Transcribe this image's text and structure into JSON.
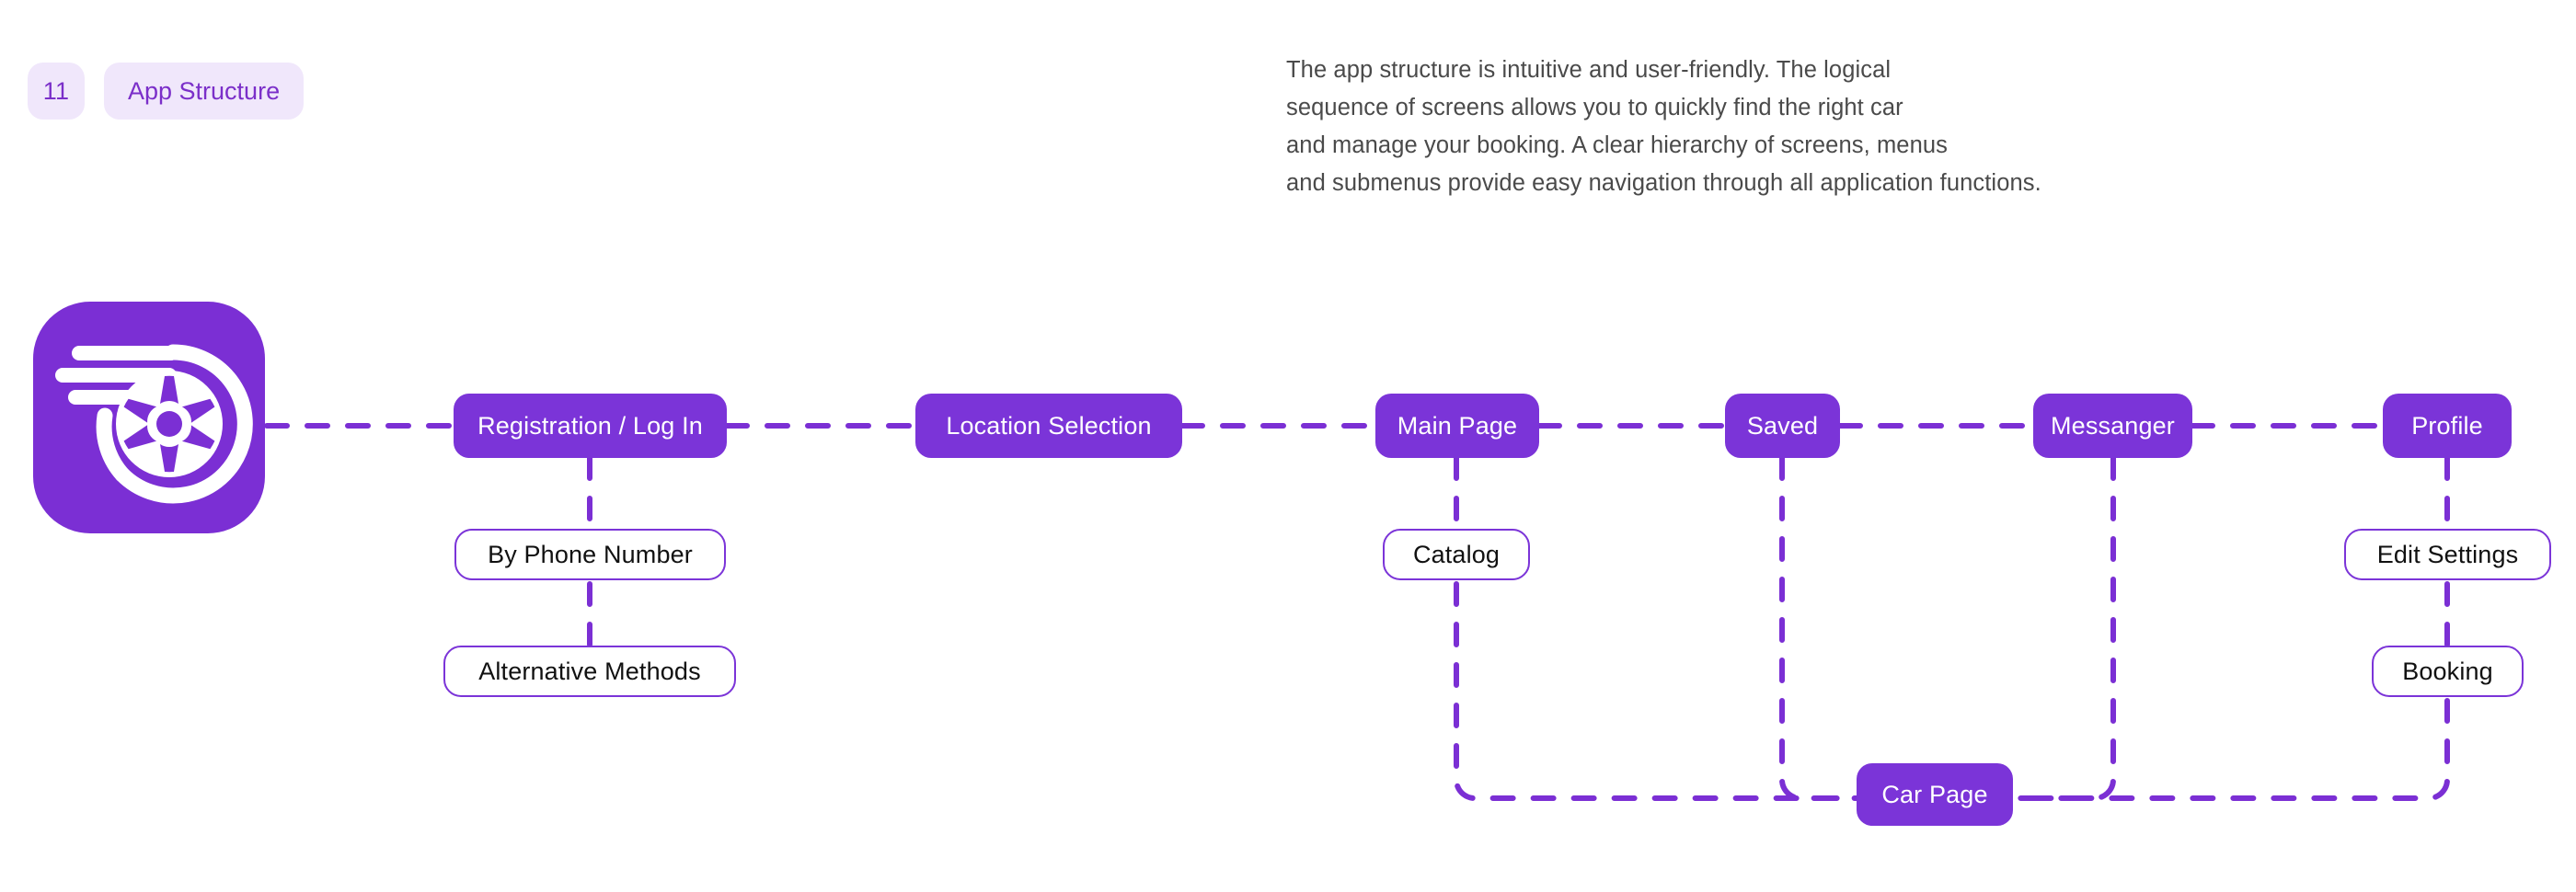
{
  "header": {
    "badge_number": "11",
    "title": "App Structure",
    "badge_bg": "#f0e7fb",
    "badge_fg": "#7b2fc9",
    "description_lines": [
      "The app structure is intuitive and user-friendly. The logical",
      "sequence of screens allows you to quickly find the right car",
      "and manage your booking. A clear hierarchy of screens, menus",
      "and submenus provide easy navigation through all application functions."
    ]
  },
  "theme": {
    "node_purple": "#7b34d8",
    "logo_purple": "#7b2fd4",
    "connector_purple": "#7b2fd4",
    "sub_text": "#111111",
    "primary_text": "#ffffff",
    "description_text": "#4a4a4a",
    "background": "#ffffff"
  },
  "logo": {
    "icon": "tire-wheel-speed-icon",
    "alt": "Car rental app logo"
  },
  "diagram": {
    "primary_nodes": [
      {
        "id": "registration",
        "label": "Registration / Log In"
      },
      {
        "id": "location",
        "label": "Location Selection"
      },
      {
        "id": "main",
        "label": "Main Page"
      },
      {
        "id": "saved",
        "label": "Saved"
      },
      {
        "id": "messanger",
        "label": "Messanger"
      },
      {
        "id": "profile",
        "label": "Profile"
      },
      {
        "id": "carpage",
        "label": "Car Page"
      }
    ],
    "sub_nodes": [
      {
        "id": "by-phone",
        "label": "By Phone Number",
        "parent": "registration"
      },
      {
        "id": "alt-methods",
        "label": "Alternative Methods",
        "parent": "registration"
      },
      {
        "id": "catalog",
        "label": "Catalog",
        "parent": "main"
      },
      {
        "id": "edit-settings",
        "label": "Edit Settings",
        "parent": "profile"
      },
      {
        "id": "booking",
        "label": "Booking",
        "parent": "profile"
      }
    ]
  }
}
